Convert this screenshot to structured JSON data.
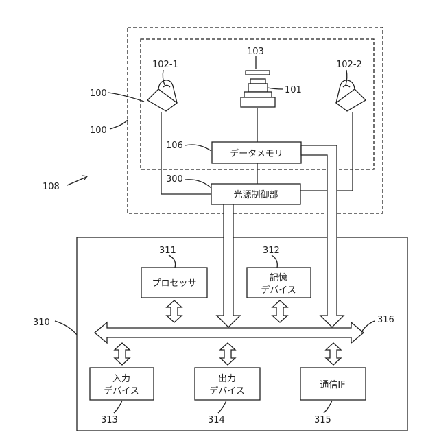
{
  "refs": {
    "r100a": "100",
    "r100b": "100",
    "r101": "101",
    "r102_1": "102-1",
    "r102_2": "102-2",
    "r103": "103",
    "r106": "106",
    "r108": "108",
    "r300": "300",
    "r310": "310",
    "r311": "311",
    "r312": "312",
    "r313": "313",
    "r314": "314",
    "r315": "315",
    "r316": "316"
  },
  "blocks": {
    "data_memory": "データメモリ",
    "light_control": "光源制御部",
    "processor": "プロセッサ",
    "storage_l1": "記憶",
    "storage_l2": "デバイス",
    "input_l1": "入力",
    "input_l2": "デバイス",
    "output_l1": "出力",
    "output_l2": "デバイス",
    "comm_if": "通信IF"
  }
}
